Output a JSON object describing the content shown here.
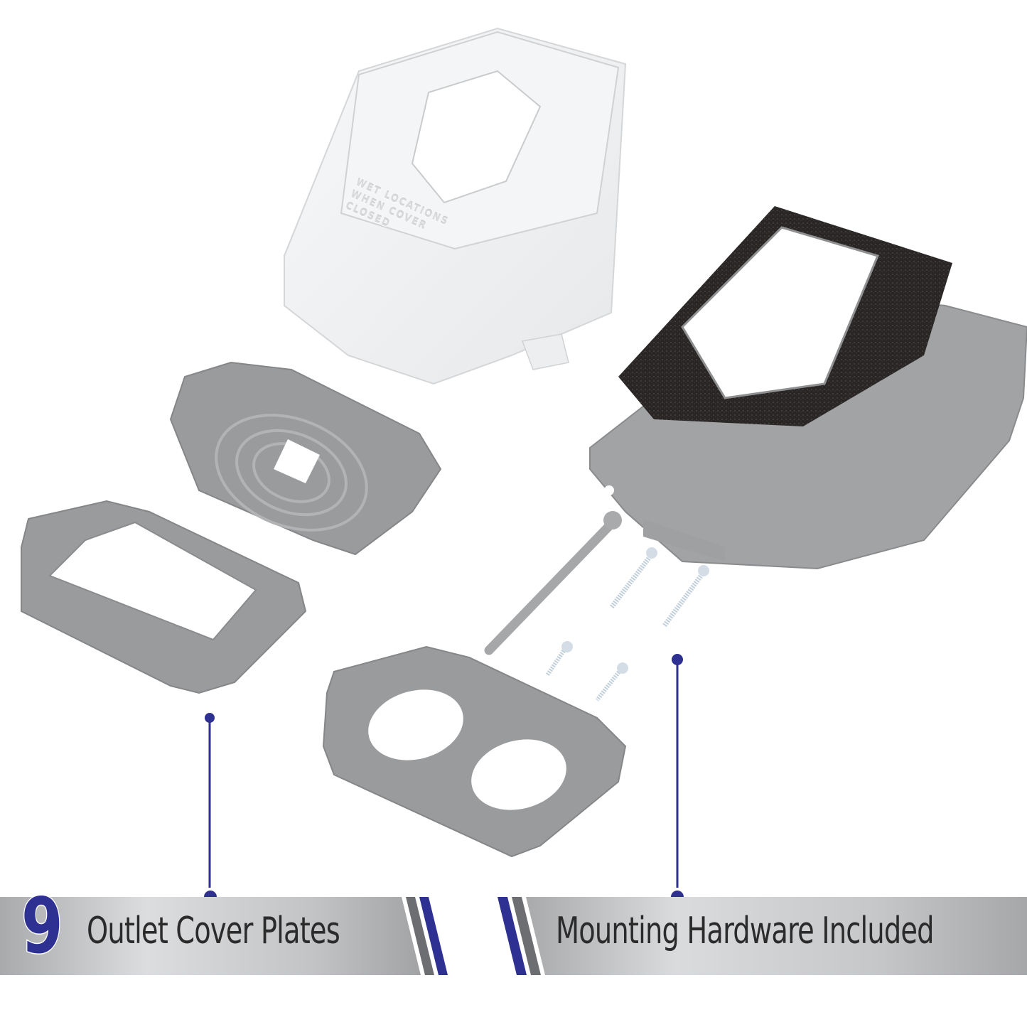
{
  "product_image": {
    "description": "Exploded view of weatherproof outlet cover kit",
    "components": [
      {
        "name": "clear-in-use-cover",
        "color": "#f2f3f4",
        "embossed_text": [
          "WET LOCATIONS",
          "WHEN COVER CLOSED"
        ]
      },
      {
        "name": "base-frame-with-foam-gasket",
        "color": "#9b9c9e",
        "gasket_color": "#2a2626"
      },
      {
        "name": "round-gfci-adapter-plate",
        "color": "#9a9b9d"
      },
      {
        "name": "rectangular-decora-adapter-plate",
        "color": "#9a9b9d"
      },
      {
        "name": "duplex-adapter-plate",
        "color": "#9a9b9d"
      },
      {
        "name": "long-plastic-pin",
        "color": "#a6a7a9"
      },
      {
        "name": "long-machine-screws",
        "count": 2,
        "color": "#c9d6e2"
      },
      {
        "name": "short-flat-head-screws",
        "count": 2,
        "color": "#c9d6e2"
      }
    ]
  },
  "callouts": {
    "left": {
      "number": "9",
      "label": "Outlet Cover Plates"
    },
    "right": {
      "label": "Mounting Hardware Included"
    }
  },
  "colors": {
    "accent_blue": "#2e3192",
    "stripe_gray": "#6d6e71",
    "banner_light": "#d6d7d9",
    "banner_dark": "#a3a4a6",
    "text_dark": "#2b2b2b",
    "part_gray": "#9a9b9d"
  }
}
